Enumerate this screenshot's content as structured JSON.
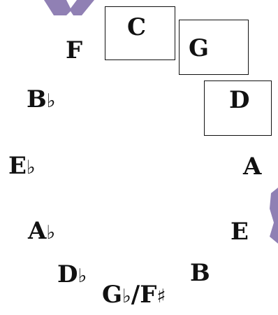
{
  "colors": {
    "text": "#111111",
    "box_border": "#111111",
    "deco_purple": "#7c6aa7"
  },
  "notes": [
    {
      "id": "c",
      "label": "C",
      "boxed": true
    },
    {
      "id": "g",
      "label": "G",
      "boxed": true
    },
    {
      "id": "d",
      "label": "D",
      "boxed": true
    },
    {
      "id": "a",
      "label": "A",
      "boxed": false
    },
    {
      "id": "e",
      "label": "E",
      "boxed": false
    },
    {
      "id": "b",
      "label": "B",
      "boxed": false
    },
    {
      "id": "gb",
      "label": "G",
      "accidental": "♭",
      "label2": "/F",
      "accidental2": "♯",
      "boxed": false
    },
    {
      "id": "db",
      "label": "D",
      "accidental": "♭",
      "boxed": false
    },
    {
      "id": "ab",
      "label": "A",
      "accidental": "♭",
      "boxed": false
    },
    {
      "id": "eb",
      "label": "E",
      "accidental": "♭",
      "boxed": false
    },
    {
      "id": "bb",
      "label": "B",
      "accidental": "♭",
      "boxed": false
    },
    {
      "id": "f",
      "label": "F",
      "boxed": false
    }
  ]
}
